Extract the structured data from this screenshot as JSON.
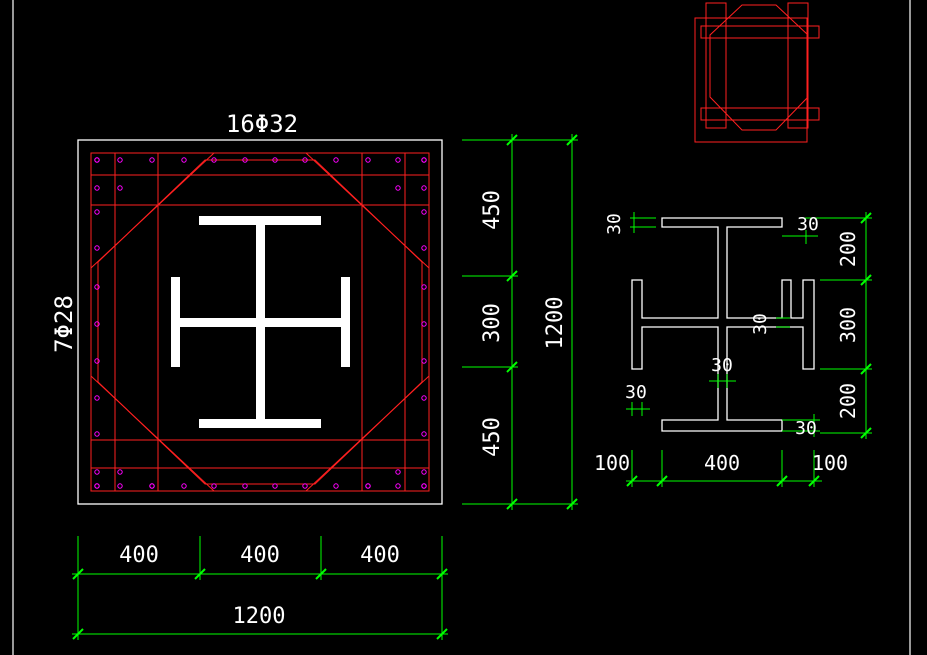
{
  "colors": {
    "background": "#000000",
    "outline": "#ffffff",
    "rebar": "#ff2020",
    "bar_dot": "#ff00ff",
    "dimension": "#00ff00",
    "text": "#ffffff"
  },
  "labels": {
    "top_bars": "16Φ32",
    "side_bars": "7Φ28"
  },
  "dimensions": {
    "bottom_parts": [
      "400",
      "400",
      "400"
    ],
    "bottom_total": "1200",
    "right_parts": [
      "450",
      "300",
      "450"
    ],
    "right_total": "1200",
    "section_right": [
      "200",
      "300",
      "200"
    ],
    "section_flange_top_left": "30",
    "section_flange_top_right": "30",
    "section_web_mid": "30",
    "section_web_center": "30",
    "section_web_lower_left": "30",
    "section_flange_bottom_right": "30",
    "section_bottom": [
      "100",
      "400",
      "100"
    ]
  }
}
